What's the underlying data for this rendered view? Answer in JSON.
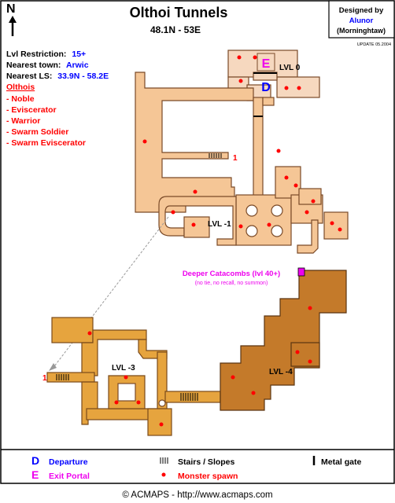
{
  "header": {
    "title": "Olthoi Tunnels",
    "coords": "48.1N - 53E",
    "designed_by_label": "Designed by",
    "author": "Alunor",
    "author_server": "(Morninghtaw)",
    "update": "UPDATE 05.2004",
    "compass": "N"
  },
  "info": {
    "restriction_label": "Lvl Restriction:",
    "restriction_value": "15+",
    "town_label": "Nearest town:",
    "town_value": "Arwic",
    "ls_label": "Nearest LS:",
    "ls_value": "33.9N - 58.2E",
    "monsters_title": "Olthois",
    "monsters": [
      "- Noble",
      "- Eviscerator",
      "- Warrior",
      "- Swarm Soldier",
      "- Swarm Eviscerator"
    ]
  },
  "map": {
    "level_labels": [
      "LVL 0",
      "LVL -1",
      "LVL -3",
      "LVL -4"
    ],
    "link_label_1": "1",
    "link_label_2": "1",
    "marker_exit": "E",
    "marker_departure": "D",
    "deeper_title": "Deeper Catacombs (lvl 40+)",
    "deeper_note": "(no tie, no recall, no summon)"
  },
  "legend": {
    "departure_symbol": "D",
    "departure_label": "Departure",
    "exit_symbol": "E",
    "exit_label": "Exit Portal",
    "stairs_label": "Stairs / Slopes",
    "spawn_label": "Monster spawn",
    "gate_label": "Metal gate"
  },
  "footer": {
    "copyright": "© ACMAPS - http://www.acmaps.com"
  },
  "colors": {
    "level0": "#f6d8bf",
    "level1": "#f5c696",
    "level3": "#e6a43e",
    "level4": "#c47a2a",
    "spawn": "#ff0000",
    "departure": "#0000ff",
    "exit": "#ee00ee"
  }
}
